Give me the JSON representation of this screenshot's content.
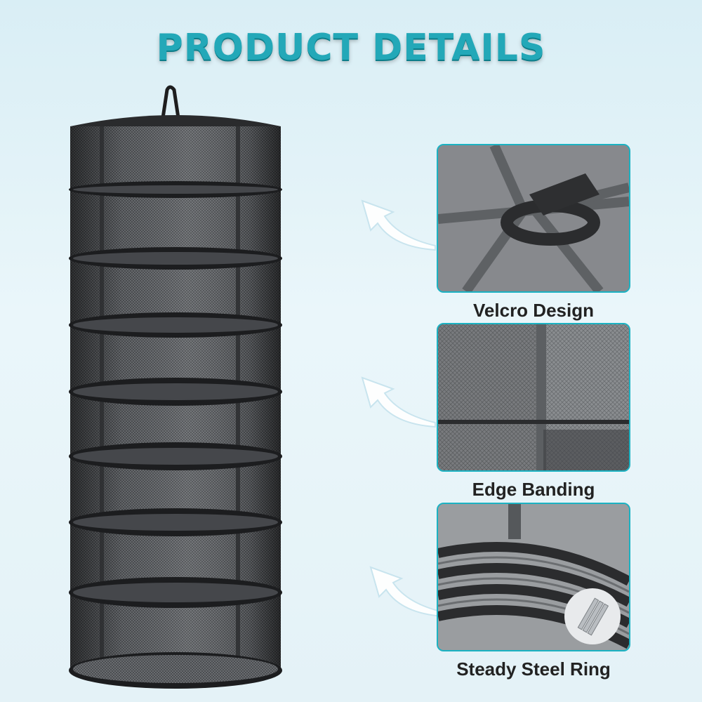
{
  "header": {
    "title": "PRODUCT DETAILS"
  },
  "colors": {
    "accent": "#23a8b8",
    "frame": "#1bb2c2",
    "mesh": "#2b2c2e"
  },
  "details": [
    {
      "label": "Velcro Design",
      "icon": "velcro-strap-photo"
    },
    {
      "label": "Edge Banding",
      "icon": "edge-banding-photo"
    },
    {
      "label": "Steady Steel Ring",
      "icon": "steel-ring-photo"
    }
  ]
}
